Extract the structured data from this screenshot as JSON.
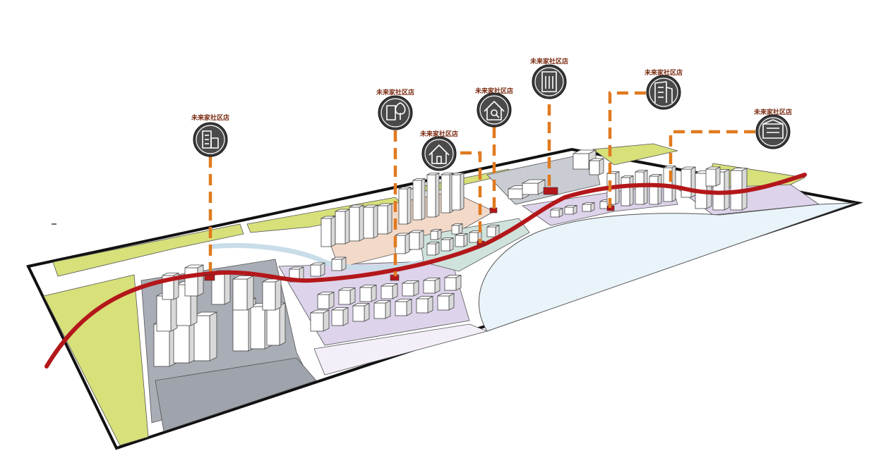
{
  "diagram": {
    "colors": {
      "green_zone": "#d8e07a",
      "gray_zone": "#a9adb5",
      "lilac_zone": "#ddd3ea",
      "peach_zone": "#f2d9c8",
      "teal_zone": "#cfe3dc",
      "water": "#e9f4fa",
      "route": "#b3171a",
      "leader": "#e07a1f",
      "icon": "#3a3a3a"
    },
    "stores": [
      {
        "label": "未来家社区店",
        "icon": "office-building-icon"
      },
      {
        "label": "未来家社区店",
        "icon": "city-tree-icon"
      },
      {
        "label": "未来家社区店",
        "icon": "house-icon"
      },
      {
        "label": "未来家社区店",
        "icon": "home-search-icon"
      },
      {
        "label": "未来家社区店",
        "icon": "tower-building-icon"
      },
      {
        "label": "未来家社区店",
        "icon": "high-rise-icon"
      },
      {
        "label": "未来家社区店",
        "icon": "apartment-block-icon"
      }
    ]
  }
}
